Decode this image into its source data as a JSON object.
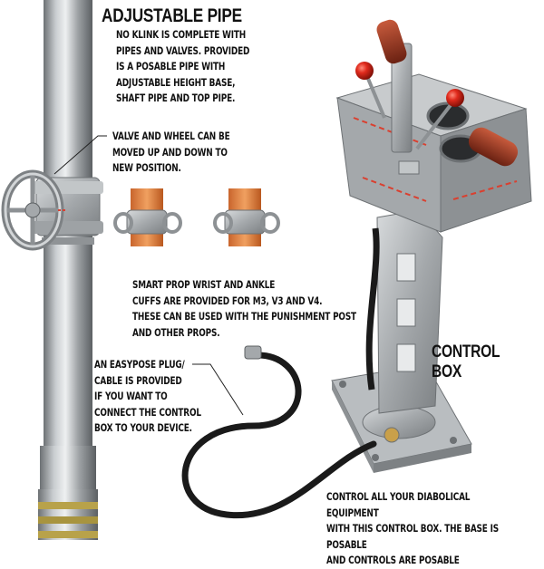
{
  "adjustable_pipe": {
    "title": "ADJUSTABLE PIPE",
    "description": "NO KLINK IS COMPLETE WITH\nPIPES AND VALVES.  PROVIDED\nIS A POSABLE PIPE WITH\nADJUSTABLE HEIGHT BASE,\nSHAFT PIPE AND TOP PIPE."
  },
  "valve_note": "VALVE AND WHEEL CAN BE\nMOVED UP AND DOWN TO\nNEW POSITION.",
  "cuffs_note": "SMART PROP WRIST AND ANKLE\nCUFFS ARE PROVIDED FOR M3, V3 AND V4.\nTHESE  CAN BE USED WITH THE PUNISHMENT POST\nAND OTHER PROPS.",
  "cable_note": "AN EASYPOSE PLUG/\nCABLE IS PROVIDED\nIF YOU WANT TO\nCONNECT THE CONTROL\nBOX TO YOUR DEVICE.",
  "control_box": {
    "title": "CONTROL BOX",
    "description": "CONTROL ALL YOUR DIABOLICAL EQUIPMENT\nWITH THIS CONTROL BOX.  THE BASE IS POSABLE\nAND CONTROLS ARE  POSABLE"
  },
  "colors": {
    "metal": "#a9adb0",
    "knob_red": "#d42a1c",
    "grip": "#a33a24",
    "cable": "#1a1a1a",
    "skin": "#e08a4a"
  }
}
